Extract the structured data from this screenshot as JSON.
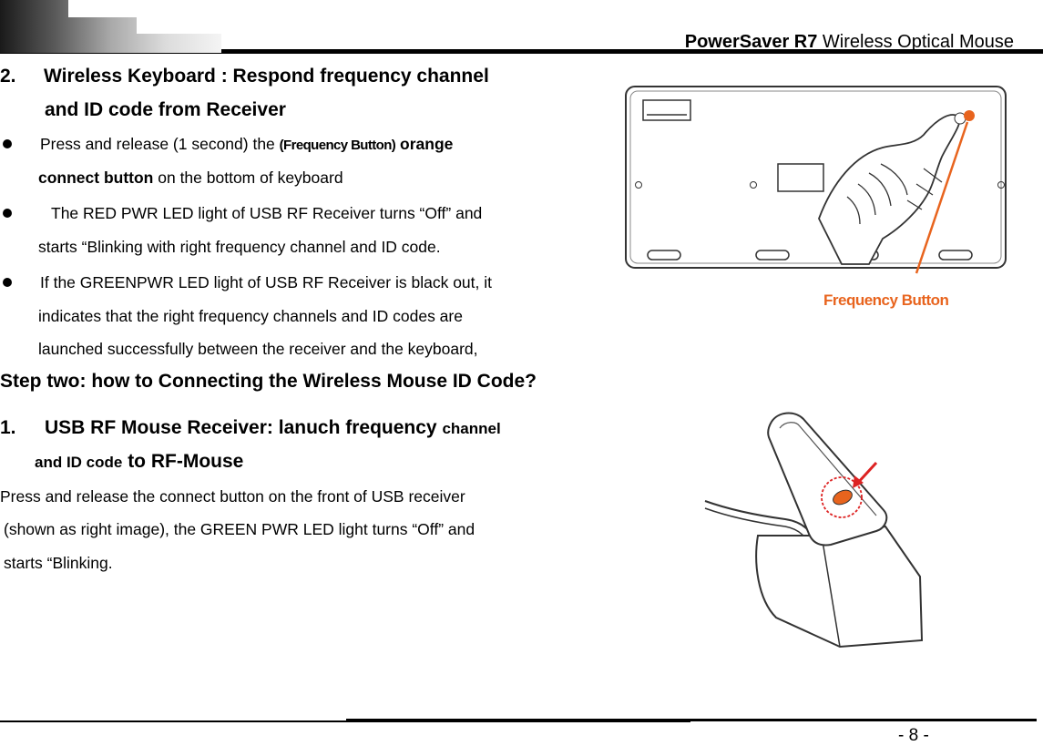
{
  "header": {
    "title_bold": "PowerSaver R7",
    "title_rest": " Wireless Optical Mouse"
  },
  "section2": {
    "number": "2.",
    "heading_line1": "Wireless Keyboard : Respond frequency channel",
    "heading_line2": "and ID code from Receiver",
    "bullet1_a": "Press and release (1 second) the ",
    "bullet1_b": "(Frequency Button)",
    "bullet1_c": " orange",
    "bullet1_d": "connect button",
    "bullet1_e": " on the bottom of keyboard",
    "bullet2_line1": "The RED PWR LED light of USB RF Receiver turns “Off” and",
    "bullet2_line2": "starts “Blinking with right frequency channel and ID code.",
    "bullet3_line1": "If the GREENPWR LED light of USB RF Receiver is black out, it",
    "bullet3_line2": "indicates that the right frequency channels and ID codes are",
    "bullet3_line3": "launched successfully between the receiver and the keyboard,"
  },
  "figure_keyboard": {
    "label": "Frequency Button",
    "accent_color": "#e8641e"
  },
  "step_two": {
    "heading": "Step two: how to Connecting the Wireless Mouse ID Code?"
  },
  "section1": {
    "number": "1.",
    "heading_a": "USB RF Mouse Receiver: lanuch frequency ",
    "heading_b": "channel",
    "heading_c": "and ID code",
    "heading_d": " to RF-Mouse",
    "para_line1": "Press and release the connect button on the front of USB receiver",
    "para_line2": "(shown as right image), the GREEN PWR LED light turns “Off” and",
    "para_line3": "starts “Blinking."
  },
  "footer": {
    "page_number": "- 8 -"
  }
}
